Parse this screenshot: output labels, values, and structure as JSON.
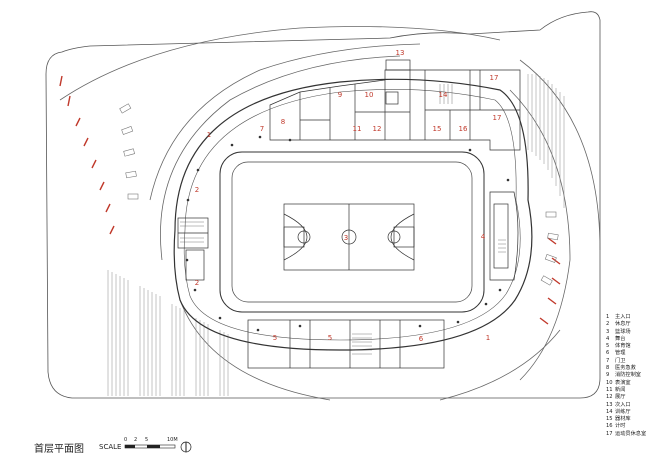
{
  "drawing": {
    "room_numbers": {
      "r1a": "1",
      "r1b": "1",
      "r2a": "2",
      "r2b": "2",
      "r3": "3",
      "r4": "4",
      "r5a": "5",
      "r5b": "5",
      "r6": "6",
      "r7": "7",
      "r8": "8",
      "r9": "9",
      "r10": "10",
      "r11": "11",
      "r12": "12",
      "r13": "13",
      "r14": "14",
      "r15": "15",
      "r16": "16",
      "r17a": "17",
      "r17b": "17"
    }
  },
  "legend": {
    "items": [
      {
        "num": "1",
        "text": "主入口"
      },
      {
        "num": "2",
        "text": "休息厅"
      },
      {
        "num": "3",
        "text": "篮球场"
      },
      {
        "num": "4",
        "text": "舞台"
      },
      {
        "num": "5",
        "text": "体育馆"
      },
      {
        "num": "6",
        "text": "管理"
      },
      {
        "num": "7",
        "text": "门卫"
      },
      {
        "num": "8",
        "text": "医务急救"
      },
      {
        "num": "9",
        "text": "消防控制室"
      },
      {
        "num": "10",
        "text": "表演室"
      },
      {
        "num": "11",
        "text": "新闻"
      },
      {
        "num": "12",
        "text": "展厅"
      },
      {
        "num": "13",
        "text": "次入口"
      },
      {
        "num": "14",
        "text": "训练厅"
      },
      {
        "num": "15",
        "text": "器材库"
      },
      {
        "num": "16",
        "text": "计时"
      },
      {
        "num": "17",
        "text": "运动员休息室"
      }
    ]
  },
  "caption": {
    "title": "首层平面图",
    "scale_word": "SCALE",
    "scale_marks": [
      "0",
      "2",
      "5",
      "10M"
    ]
  }
}
